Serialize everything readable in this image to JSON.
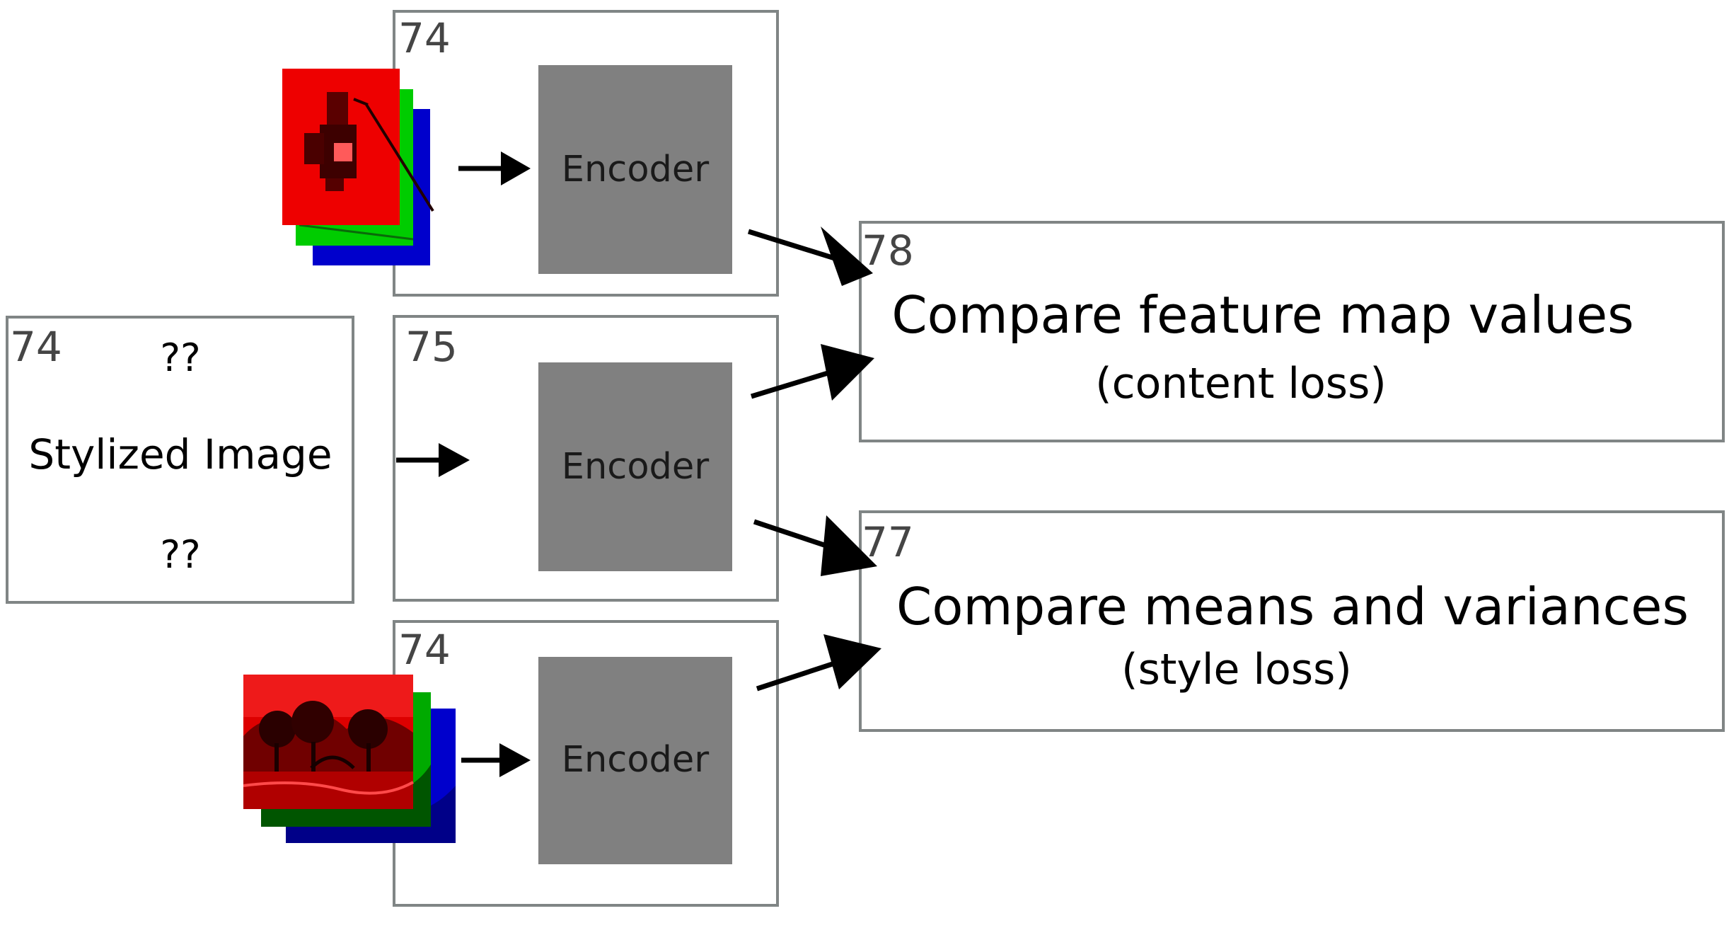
{
  "stylized_box": {
    "number": "74",
    "top_text": "??",
    "label": "Stylized Image",
    "bottom_text": "??"
  },
  "encoders": [
    {
      "number": "74",
      "label": "Encoder"
    },
    {
      "number": "75",
      "label": "Encoder"
    },
    {
      "number": "74",
      "label": "Encoder"
    }
  ],
  "content_box": {
    "number": "78",
    "title": "Compare feature map values",
    "subtitle": "(content loss)"
  },
  "style_box": {
    "number": "77",
    "title": "Compare means and variances",
    "subtitle": "(style loss)"
  },
  "images": {
    "content_image": "red-green-blue-stacked-photo-icon",
    "style_image": "red-green-blue-stacked-painting-icon"
  },
  "colors": {
    "frame": "#808585",
    "encoder_fill": "#808080",
    "channel_red": "#ee0000",
    "channel_green": "#00cc00",
    "channel_blue": "#0000cc"
  }
}
